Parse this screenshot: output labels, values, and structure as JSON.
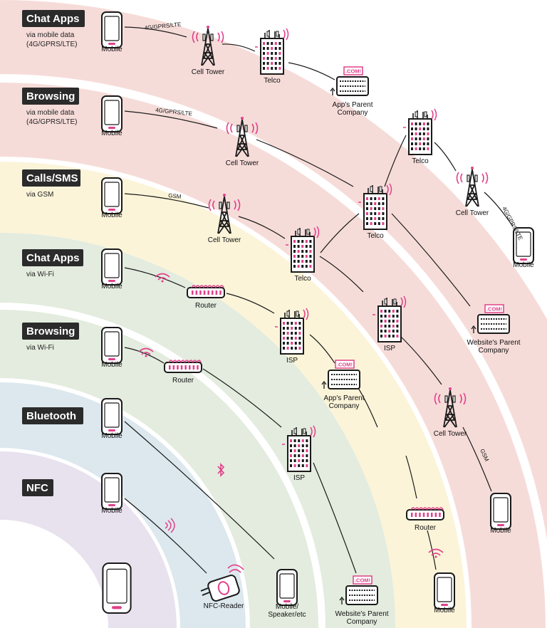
{
  "colors": {
    "band_red": "#f6dcd9",
    "band_yellow": "#fbf4d9",
    "band_green": "#e3ecde",
    "band_blue": "#dce8ee",
    "band_purple": "#e8e1ee",
    "title_bg": "#2b2b2b",
    "accent": "#e0408a",
    "ink": "#1a1a1a"
  },
  "rows": [
    {
      "title": "Chat Apps",
      "sub1": "via mobile data",
      "sub2": "(4G/GPRS/LTE)"
    },
    {
      "title": "Browsing",
      "sub1": "via mobile data",
      "sub2": "(4G/GPRS/LTE)"
    },
    {
      "title": "Calls/SMS",
      "sub1": "via GSM",
      "sub2": ""
    },
    {
      "title": "Chat Apps",
      "sub1": "via Wi-Fi",
      "sub2": ""
    },
    {
      "title": "Browsing",
      "sub1": "via Wi-Fi",
      "sub2": ""
    },
    {
      "title": "Bluetooth",
      "sub1": "",
      "sub2": ""
    },
    {
      "title": "NFC",
      "sub1": "",
      "sub2": ""
    }
  ],
  "nodes": [
    {
      "icon": "phone",
      "label": "Mobile"
    },
    {
      "icon": "tower",
      "label": "Cell Tower"
    },
    {
      "icon": "building",
      "label": "Telco"
    },
    {
      "icon": "server",
      "label": "App's Parent Company"
    },
    {
      "icon": "phone",
      "label": "Mobile"
    },
    {
      "icon": "tower",
      "label": "Cell Tower"
    },
    {
      "icon": "building",
      "label": "Telco"
    },
    {
      "icon": "tower",
      "label": "Cell Tower"
    },
    {
      "icon": "phone",
      "label": "Mobile"
    },
    {
      "icon": "phone",
      "label": "Mobile"
    },
    {
      "icon": "tower",
      "label": "Cell Tower"
    },
    {
      "icon": "building",
      "label": "Telco"
    },
    {
      "icon": "building",
      "label": "Telco"
    },
    {
      "icon": "server",
      "label": "Website's Parent Company"
    },
    {
      "icon": "tower",
      "label": "Cell Tower"
    },
    {
      "icon": "phone",
      "label": "Mobile"
    },
    {
      "icon": "phone",
      "label": "Mobile"
    },
    {
      "icon": "router",
      "label": "Router"
    },
    {
      "icon": "building",
      "label": "ISP"
    },
    {
      "icon": "server",
      "label": "App's Parent Company"
    },
    {
      "icon": "phone",
      "label": "Mobile"
    },
    {
      "icon": "router",
      "label": "Router"
    },
    {
      "icon": "building",
      "label": "ISP"
    },
    {
      "icon": "building",
      "label": "ISP"
    },
    {
      "icon": "router",
      "label": "Router"
    },
    {
      "icon": "phone",
      "label": "Mobile"
    },
    {
      "icon": "server",
      "label": "Website's Parent Company"
    },
    {
      "icon": "phone",
      "label": "Mobile"
    },
    {
      "icon": "phone",
      "label": "Mobile/ Speaker/etc"
    },
    {
      "icon": "phone",
      "label": "Mobile"
    },
    {
      "icon": "nfc",
      "label": "NFC-Reader"
    },
    {
      "icon": "phone-large",
      "label": ""
    }
  ],
  "links": [
    {
      "label": "4G/GPRS/LTE"
    },
    {
      "label": "4G/GPRS/LTE"
    },
    {
      "label": "4G/GPRS/LTE"
    },
    {
      "label": "GSM"
    },
    {
      "label": "GSM"
    }
  ],
  "server_sign": ".COM!"
}
